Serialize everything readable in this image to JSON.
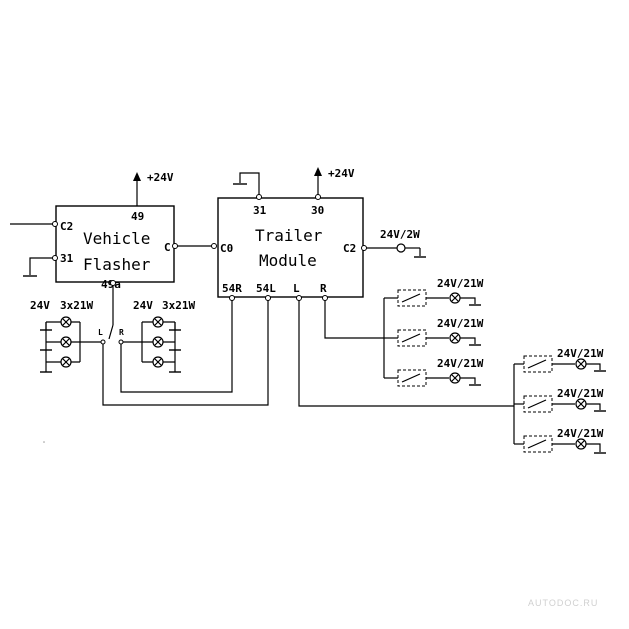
{
  "flasher": {
    "title_line1": "Vehicle",
    "title_line2": "Flasher",
    "pin_top": "49",
    "pin_bottom": "49a",
    "pin_c2": "C2",
    "pin_31": "31",
    "pin_c": "C",
    "supply": "+24V"
  },
  "module": {
    "title_line1": "Trailer",
    "title_line2": "Module",
    "pin_31": "31",
    "pin_30": "30",
    "pin_c0": "C0",
    "pin_c2": "C2",
    "pin_54r": "54R",
    "pin_54l": "54L",
    "pin_l": "L",
    "pin_r": "R",
    "supply": "+24V"
  },
  "indicator_lamp": "24V/2W",
  "lamp_groups": {
    "left_rating": "24V",
    "left_load": "3x21W",
    "right_rating": "24V",
    "right_load": "3x21W",
    "small_l": "L",
    "small_r": "R"
  },
  "trailer_lamps": [
    "24V/21W",
    "24V/21W",
    "24V/21W",
    "24V/21W",
    "24V/21W",
    "24V/21W"
  ],
  "watermark": "AUTODOC.RU"
}
